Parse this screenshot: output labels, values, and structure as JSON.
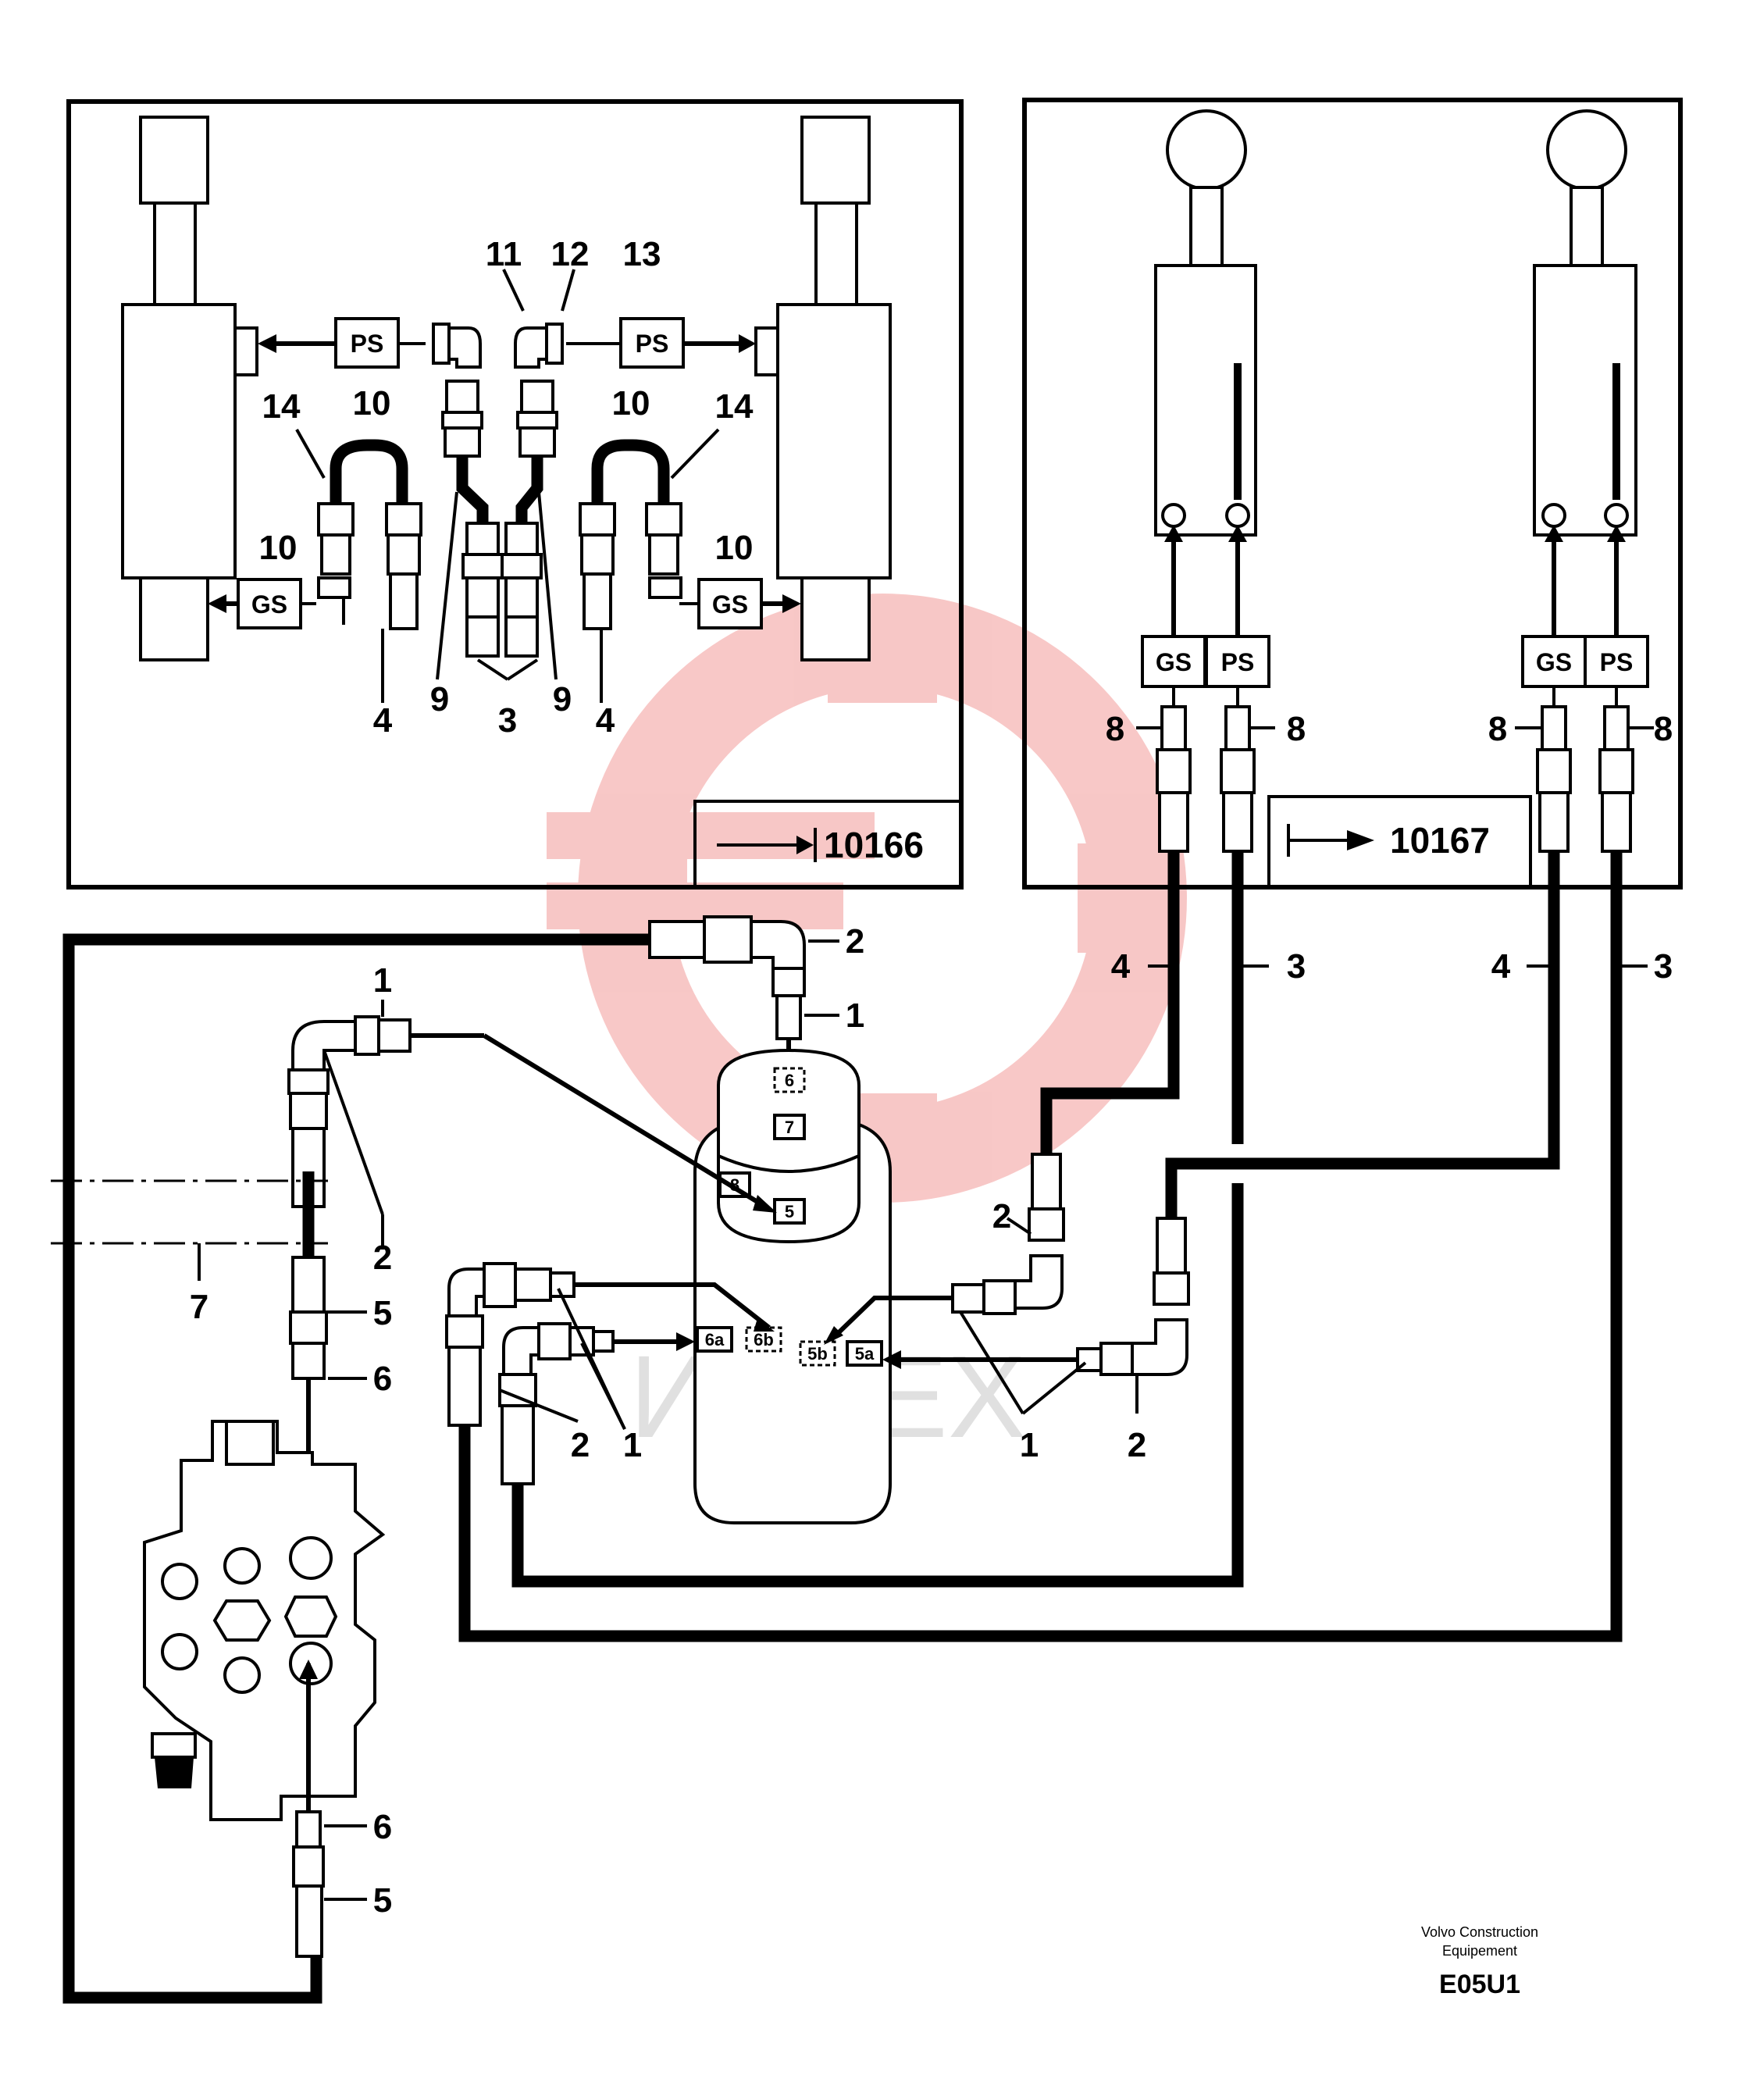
{
  "inset_left": {
    "reference": "10166",
    "boxes": {
      "ps_left": "PS",
      "ps_right": "PS",
      "gs_left": "GS",
      "gs_right": "GS"
    },
    "callouts": {
      "c11": "11",
      "c12": "12",
      "c13": "13",
      "c14_left": "14",
      "c14_right": "14",
      "c10_tl": "10",
      "c10_tr": "10",
      "c10_bl": "10",
      "c10_br": "10",
      "c9_left": "9",
      "c9_right": "9",
      "c3": "3",
      "c4_left": "4",
      "c4_right": "4"
    }
  },
  "inset_right": {
    "reference": "10167",
    "boxes": {
      "gs_1": "GS",
      "ps_1": "PS",
      "gs_2": "GS",
      "ps_2": "PS"
    },
    "callouts": {
      "c8_1": "8",
      "c8_2": "8",
      "c8_3": "8",
      "c8_4": "8"
    }
  },
  "main": {
    "callouts": {
      "c2_top": "2",
      "c1_top": "1",
      "c1_left": "1",
      "c2_left_diag": "2",
      "c7": "7",
      "c5_upper": "5",
      "c6_upper": "6",
      "c2_mid_left": "2",
      "c1_mid_left": "1",
      "c1_mid_right": "1",
      "c2_mid_right": "2",
      "c2_right_upper": "2",
      "c4_a": "4",
      "c3_a": "3",
      "c4_b": "4",
      "c3_b": "3",
      "c6_lower": "6",
      "c5_lower": "5"
    },
    "ports": {
      "p6": "6",
      "p7": "7",
      "p8": "8",
      "p5": "5",
      "p6a": "6a",
      "p6b": "6b",
      "p5b": "5b",
      "p5a": "5a"
    }
  },
  "watermark": "ИНТЕХ",
  "credit_line1": "Volvo Construction",
  "credit_line2": "Equipement",
  "figure_code": "E05U1"
}
